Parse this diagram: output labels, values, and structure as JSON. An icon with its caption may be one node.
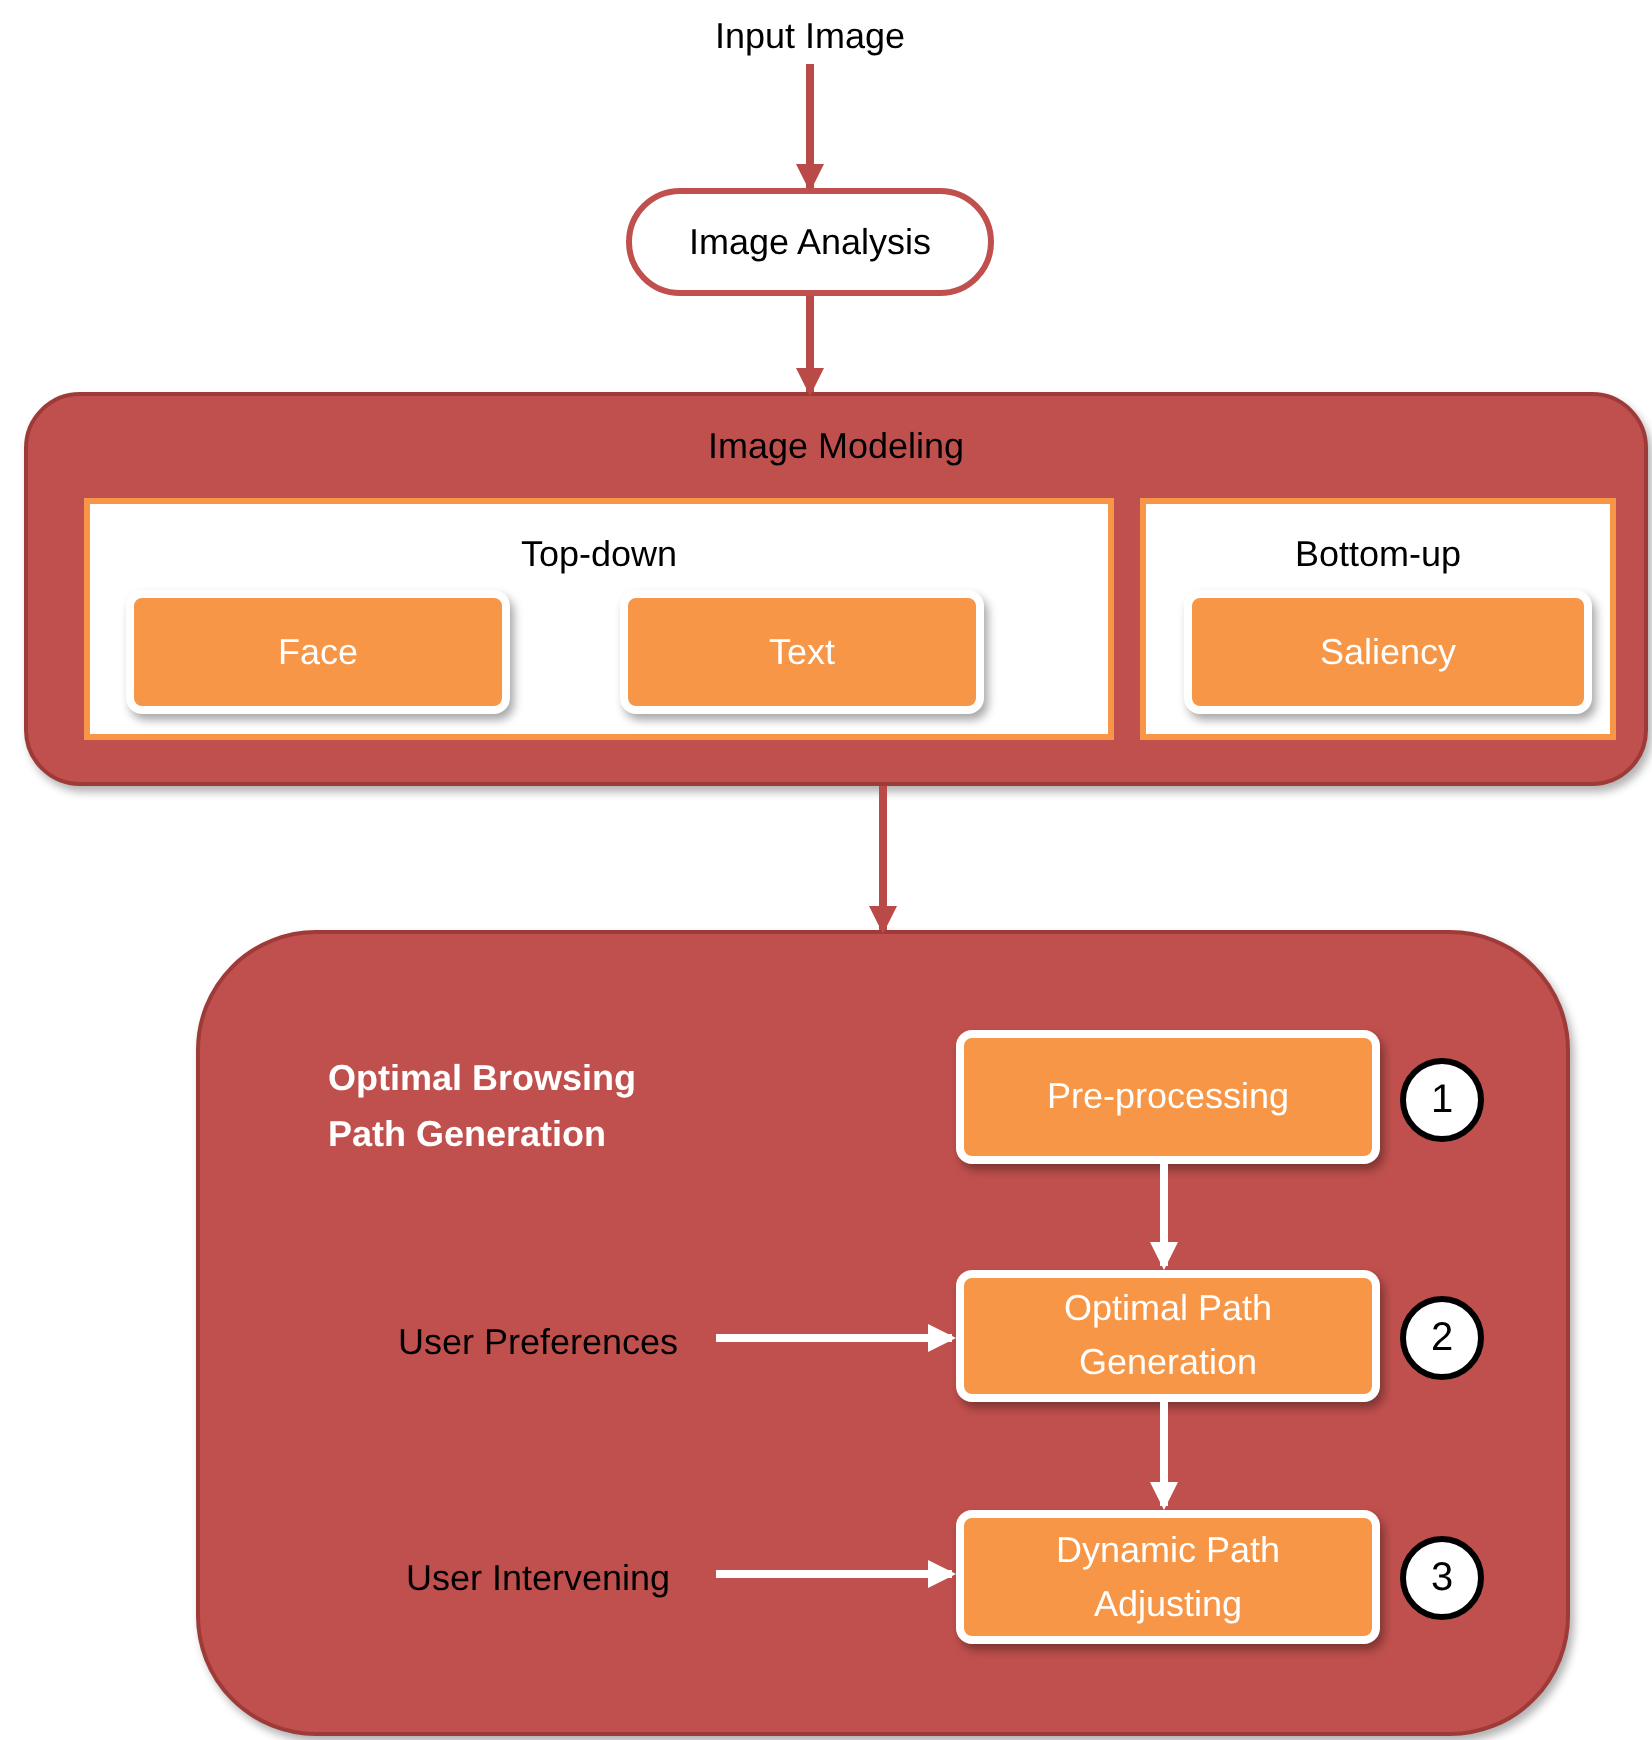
{
  "diagram": {
    "nodes": [
      {
        "text": [
          "Input Image"
        ]
      },
      {
        "text": [
          "Image Analysis"
        ]
      },
      {
        "text": [
          "Image Modeling"
        ]
      },
      {
        "text": [
          "Top-down"
        ],
        "in": 2
      },
      {
        "text": [
          "Face"
        ],
        "in": 3
      },
      {
        "text": [
          "Text"
        ],
        "in": 3
      },
      {
        "text": [
          "Bottom-up"
        ],
        "in": 2
      },
      {
        "text": [
          "Saliency"
        ],
        "in": 6
      },
      {
        "text": [
          "Optimal Browsing Path Generation"
        ]
      },
      {
        "text": [
          "Pre-processing"
        ],
        "in": 8
      },
      {
        "text": [
          "1"
        ],
        "in": 8
      },
      {
        "text": [
          "User Preferences"
        ],
        "in": 8
      },
      {
        "text": [
          "Optimal Path Generation"
        ],
        "in": 8
      },
      {
        "text": [
          "2"
        ],
        "in": 8
      },
      {
        "text": [
          "User Intervening"
        ],
        "in": 8
      },
      {
        "text": [
          "Dynamic Path Adjusting"
        ],
        "in": 8
      },
      {
        "text": [
          "3"
        ],
        "in": 8
      }
    ],
    "edges": [
      {
        "from": 0,
        "to": 1,
        "arrow": "to",
        "color": "#b94a48"
      },
      {
        "from": 1,
        "to": 2,
        "arrow": "to",
        "color": "#b94a48"
      },
      {
        "from": 2,
        "to": 8,
        "arrow": "to",
        "color": "#b94a48"
      },
      {
        "from": 9,
        "to": 12,
        "arrow": "to"
      },
      {
        "from": 12,
        "to": 15,
        "arrow": "to"
      },
      {
        "from": 11,
        "to": 12,
        "arrow": "to"
      },
      {
        "from": 14,
        "to": 15,
        "arrow": "to"
      }
    ]
  }
}
